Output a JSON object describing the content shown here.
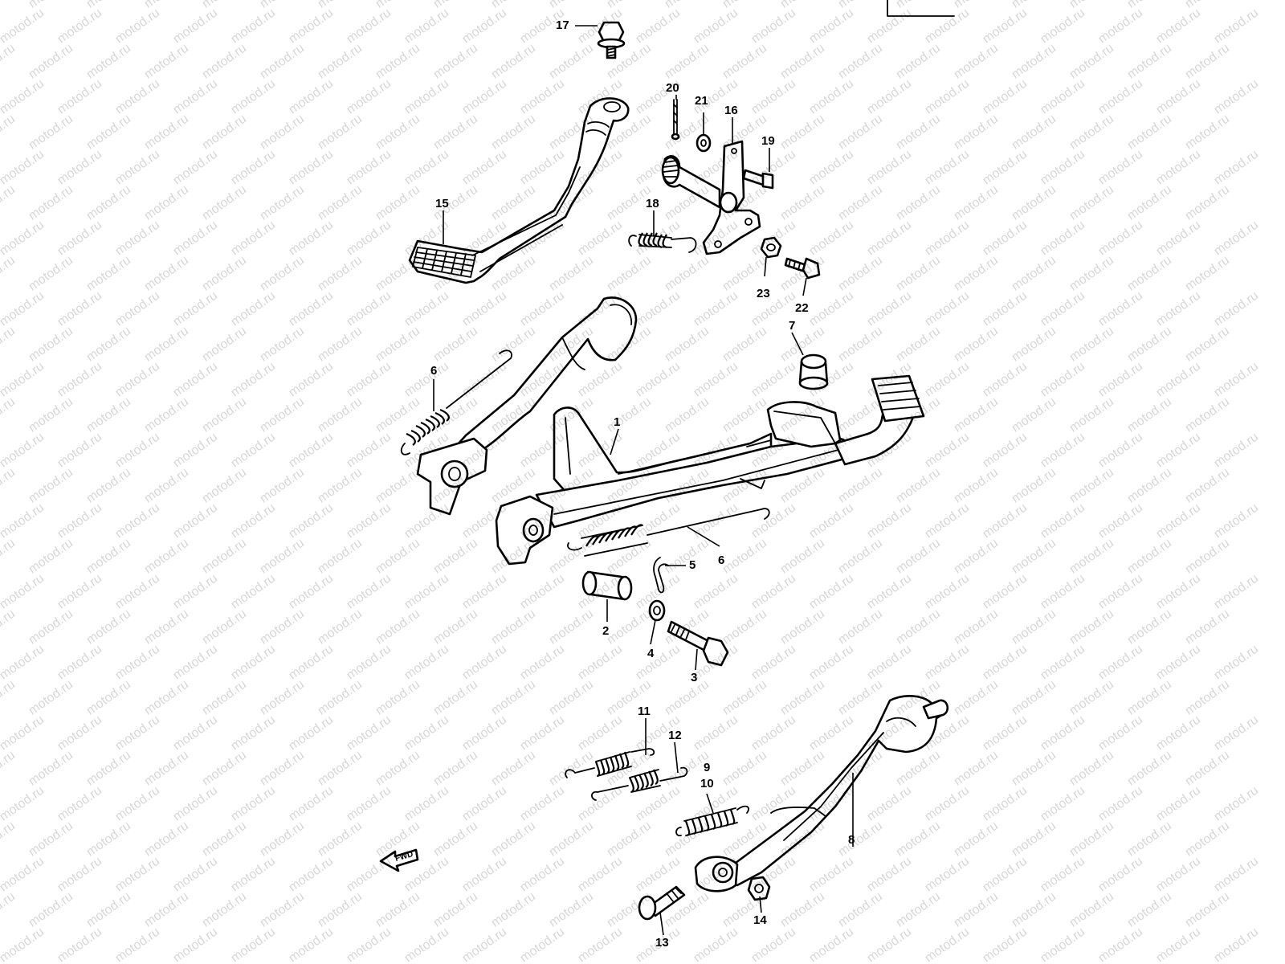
{
  "watermark": "motod.ru",
  "fwd_label": "FWD",
  "callouts": {
    "c1": "1",
    "c2": "2",
    "c3": "3",
    "c4": "4",
    "c5": "5",
    "c6a": "6",
    "c6b": "6",
    "c7": "7",
    "c8": "8",
    "c9": "9",
    "c10": "10",
    "c11": "11",
    "c12": "12",
    "c13": "13",
    "c14": "14",
    "c15": "15",
    "c16": "16",
    "c17": "17",
    "c18": "18",
    "c19": "19",
    "c20": "20",
    "c21": "21",
    "c22": "22",
    "c23": "23"
  }
}
